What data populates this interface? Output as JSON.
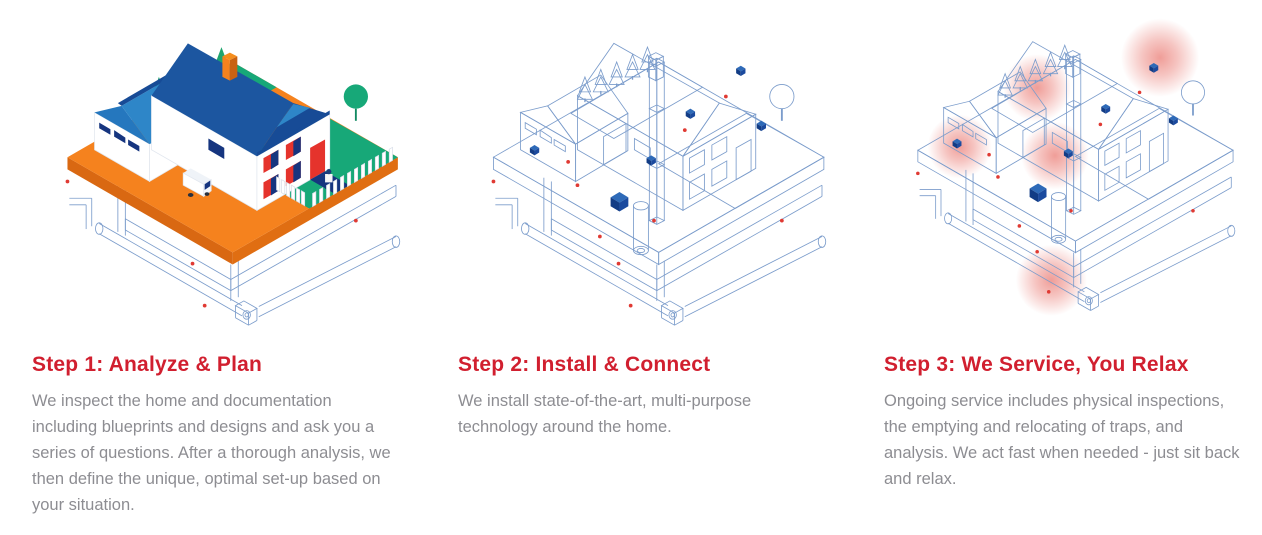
{
  "page": {
    "background": "#FFFFFF",
    "section_name": "how-it-works-steps"
  },
  "steps": [
    {
      "id": 1,
      "title": "Step 1: Analyze & Plan",
      "description": "We inspect the home and documentation including blueprints and designs and ask you a series of questions. After a thorough analysis, we then define the unique, optimal set-up based on your situation.",
      "illustration": "colored-isometric-home"
    },
    {
      "id": 2,
      "title": "Step 2: Install & Connect",
      "description": "We install state-of-the-art, multi-purpose technology around the home.",
      "illustration": "wireframe-home-with-devices"
    },
    {
      "id": 3,
      "title": "Step 3: We Service, You Relax",
      "description": "Ongoing service includes physical inspections, the emptying and relocating of traps, and analysis. We act fast when needed - just sit back and relax.",
      "illustration": "wireframe-home-with-alert-spots"
    }
  ],
  "illustration_palette": {
    "heading_red": "#D11F2F",
    "body_gray": "#8D8D92",
    "orange": "#F5821E",
    "orange_dark": "#E06E12",
    "orange_darker": "#D96812",
    "roof_blue": "#1C56A0",
    "roof_blue_dark": "#174B96",
    "light_blue": "#2E86C8",
    "mid_blue": "#2577BE",
    "navy": "#16357F",
    "device_navy": "#1B4A9E",
    "device_navy_dark": "#123C85",
    "device_navy_light": "#2E6AB8",
    "red": "#E5332C",
    "green": "#17A878",
    "green_mid": "#1FA56E",
    "green_dark": "#128A62",
    "white": "#FFFFFF",
    "wall_stroke": "#E2E7EF",
    "wire": "#7B9CCB",
    "dot_red": "#E03A33",
    "glow_red": "#E03C31"
  }
}
